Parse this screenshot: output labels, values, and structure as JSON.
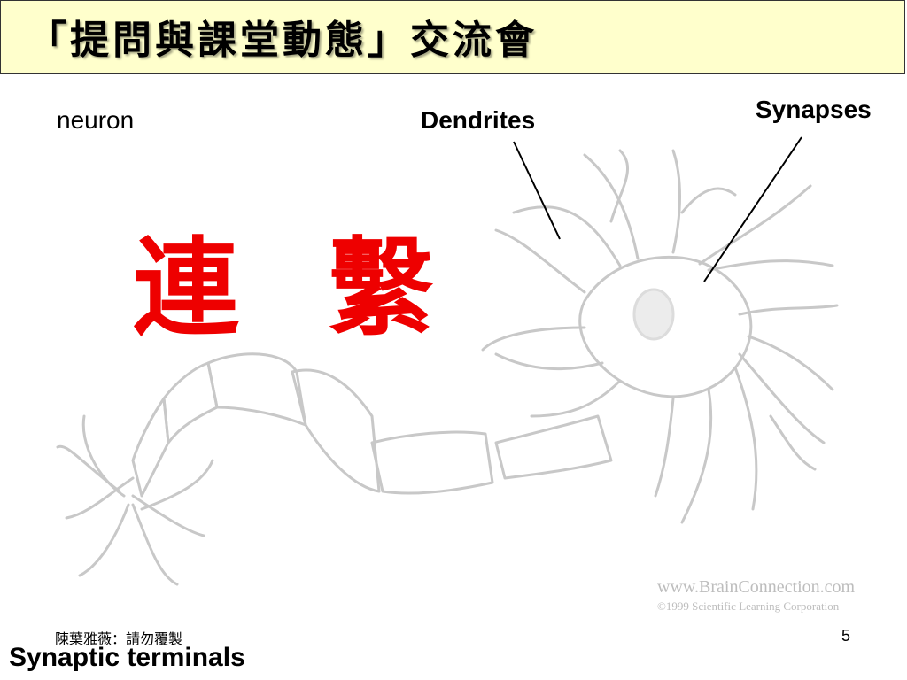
{
  "title": "「提問與課堂動態」交流會",
  "labels": {
    "neuron": "neuron",
    "dendrites": "Dendrites",
    "synapses": "Synapses",
    "synaptic_terminals": "Synaptic terminals"
  },
  "highlight_text": "連繫",
  "footer": {
    "author_note": "陳葉雅薇：請勿覆製",
    "page_number": "5"
  },
  "watermark": {
    "site": "www.BrainConnection.com",
    "copyright": "©1999 Scientific Learning Corporation"
  },
  "colors": {
    "title_bg": "#ffffcc",
    "highlight": "#ee0000",
    "illustration_stroke": "#c8c8c8"
  }
}
